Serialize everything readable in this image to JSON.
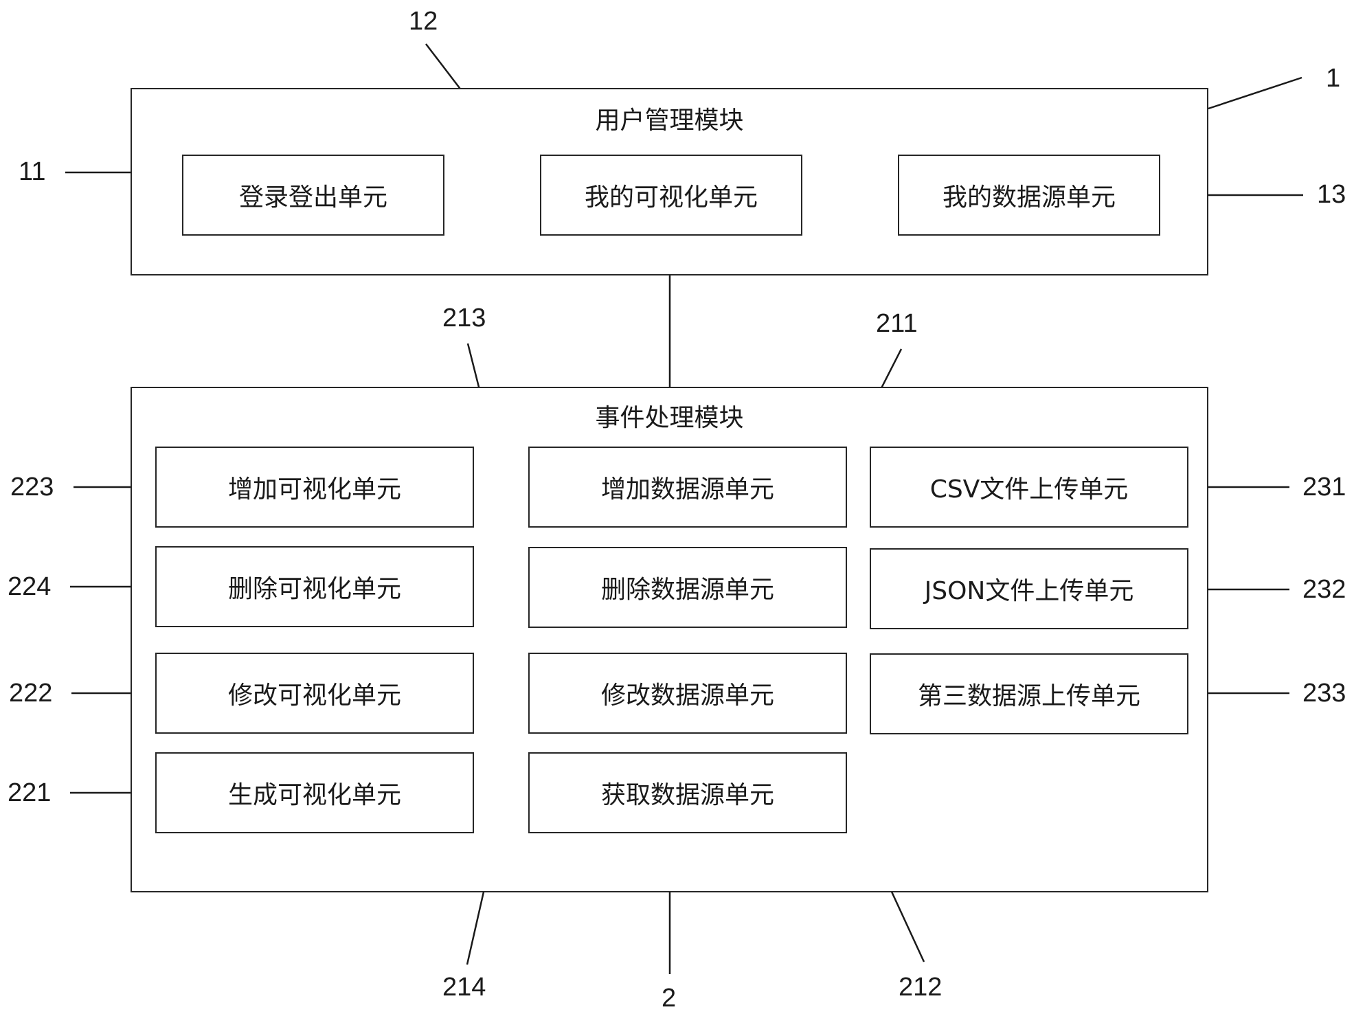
{
  "user_module": {
    "title": "用户管理模块",
    "units": {
      "login": "登录登出单元",
      "my_visualization": "我的可视化单元",
      "my_datasource": "我的数据源单元"
    }
  },
  "event_module": {
    "title": "事件处理模块",
    "visualization_units": {
      "add": "增加可视化单元",
      "delete": "删除可视化单元",
      "modify": "修改可视化单元",
      "generate": "生成可视化单元"
    },
    "datasource_units": {
      "add": "增加数据源单元",
      "delete": "删除数据源单元",
      "modify": "修改数据源单元",
      "get": "获取数据源单元"
    },
    "upload_units": {
      "csv": "CSV文件上传单元",
      "json": "JSON文件上传单元",
      "third_party": "第三数据源上传单元"
    }
  },
  "refs": {
    "r1": "1",
    "r11": "11",
    "r12": "12",
    "r13": "13",
    "r2": "2",
    "r211": "211",
    "r212": "212",
    "r213": "213",
    "r214": "214",
    "r221": "221",
    "r222": "222",
    "r223": "223",
    "r224": "224",
    "r231": "231",
    "r232": "232",
    "r233": "233"
  }
}
